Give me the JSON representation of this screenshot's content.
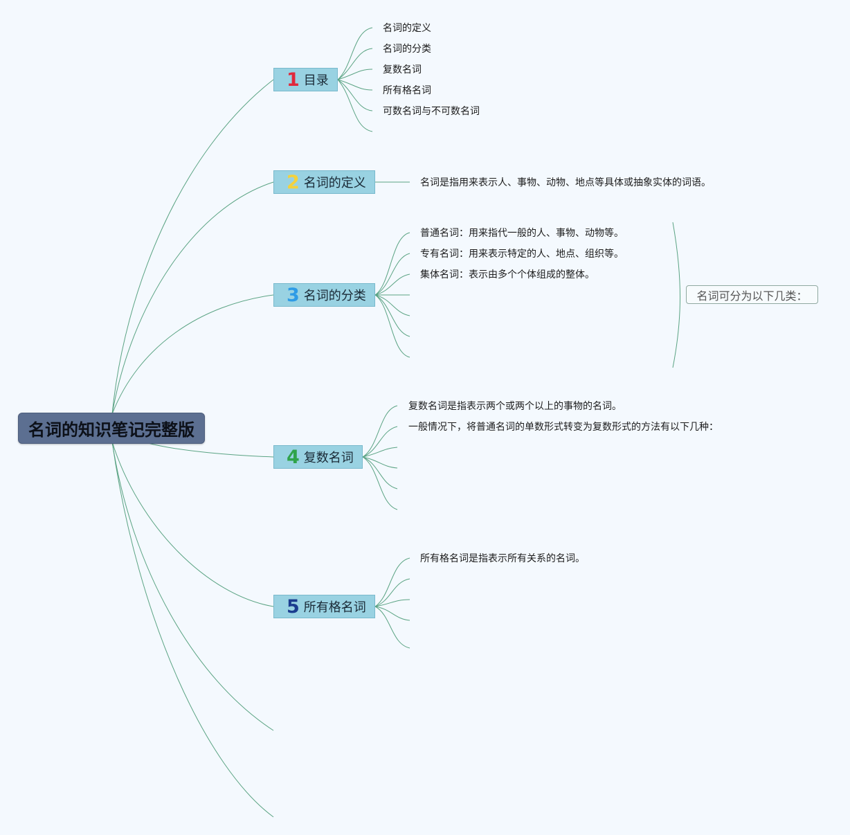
{
  "root": {
    "label": "名词的知识笔记完整版"
  },
  "colors": {
    "line": "#5aa383",
    "num1": "#e0293c",
    "num2": "#f4d23c",
    "num3": "#2e9be6",
    "num4": "#2fa34a",
    "num5": "#1b3d8f"
  },
  "branches": [
    {
      "num": "1",
      "label": "目录",
      "items": [
        "名词的定义",
        "名词的分类",
        "复数名词",
        "所有格名词",
        "可数名词与不可数名词"
      ]
    },
    {
      "num": "2",
      "label": "名词的定义",
      "items": [
        "名词是指用来表示人、事物、动物、地点等具体或抽象实体的词语。"
      ]
    },
    {
      "num": "3",
      "label": "名词的分类",
      "items": [
        "普通名词：用来指代一般的人、事物、动物等。",
        "专有名词：用来表示特定的人、地点、组织等。",
        "集体名词：表示由多个个体组成的整体。"
      ],
      "summary": "名词可分为以下几类："
    },
    {
      "num": "4",
      "label": "复数名词",
      "items": [
        "复数名词是指表示两个或两个以上的事物的名词。",
        "一般情况下，将普通名词的单数形式转变为复数形式的方法有以下几种："
      ]
    },
    {
      "num": "5",
      "label": "所有格名词",
      "items": [
        "所有格名词是指表示所有关系的名词。"
      ]
    }
  ]
}
